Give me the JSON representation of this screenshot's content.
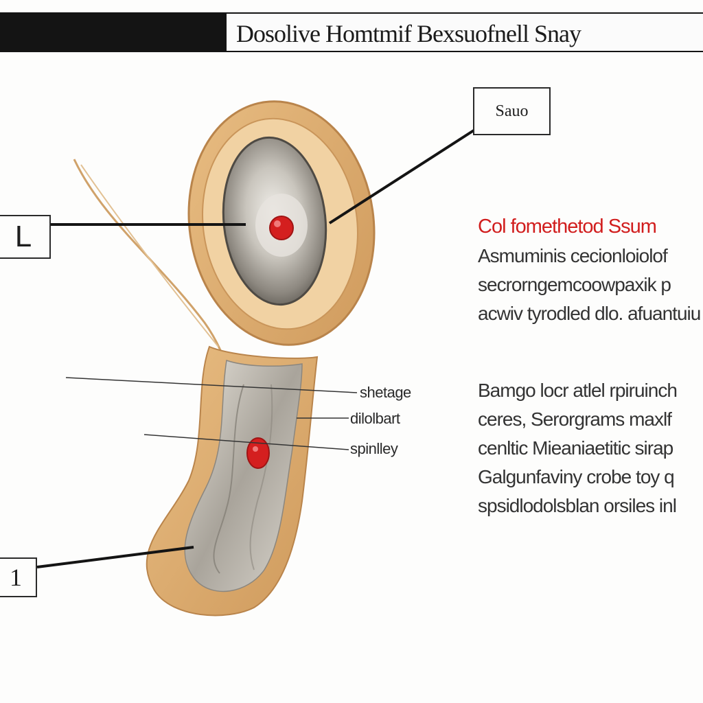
{
  "title": "Dosolive Homtmif Bexsuofnell Snay",
  "labels": {
    "top_right_box": "Sauo",
    "left_box": "L",
    "bottom_left_box": "1"
  },
  "callouts": [
    "shetage",
    "dilolbart",
    "spinlley"
  ],
  "text_blocks": [
    {
      "heading": "Col fomethetod Ssum",
      "lines": [
        "Asmuminis cecionloiolof",
        "secrorngemcoowpaxik p",
        "acwiv tyrodled dlo. afuantuiu"
      ]
    },
    {
      "heading": "",
      "lines": [
        "Bamgo locr atlel rpiruinch",
        "ceres, Serorgrams maxlf",
        "cenltic Mieaniaetitic sirap",
        "Galgunfaviny crobe toy q",
        "spsidlodolsblan orsiles inl"
      ]
    }
  ],
  "colors": {
    "accent_red": "#d11d1d",
    "tan_outer": "#d7a66a",
    "grey_inner": "#9a958d"
  }
}
